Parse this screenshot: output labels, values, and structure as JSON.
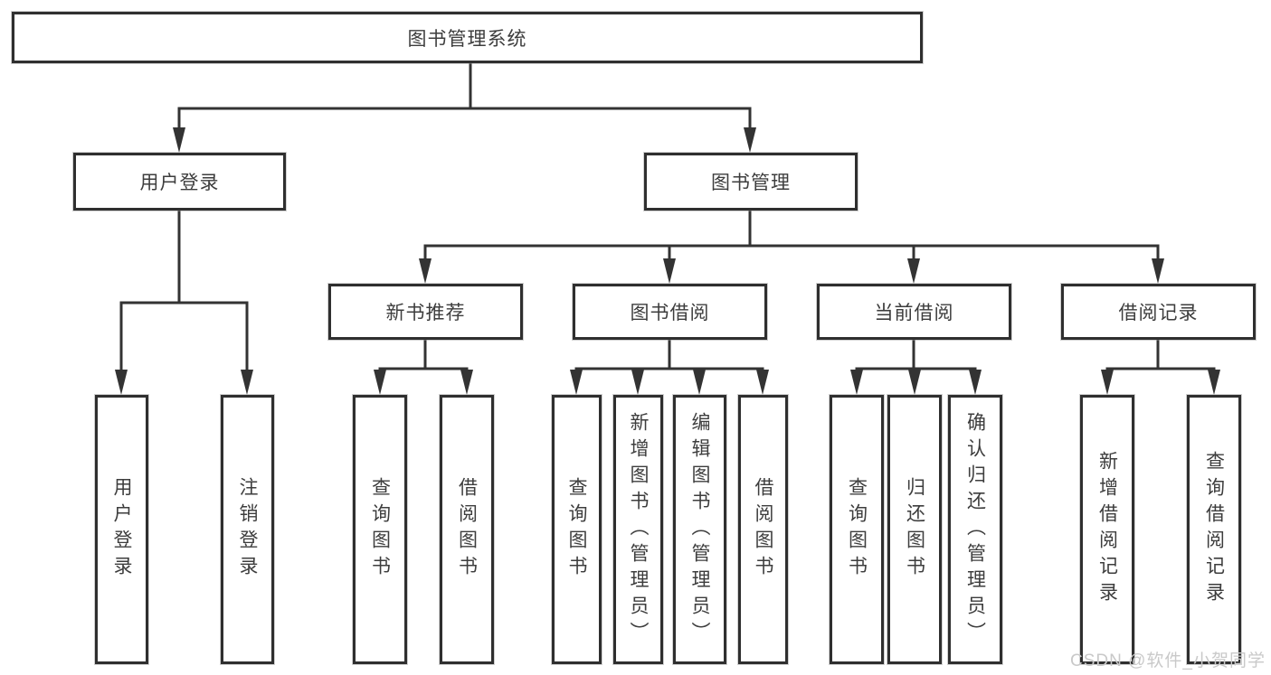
{
  "diagram": {
    "root": {
      "label": "图书管理系统"
    },
    "branches": [
      {
        "label": "用户登录",
        "children": [
          {
            "label": "用户登录"
          },
          {
            "label": "注销登录"
          }
        ]
      },
      {
        "label": "图书管理",
        "sections": [
          {
            "label": "新书推荐",
            "children": [
              {
                "label": "查询图书"
              },
              {
                "label": "借阅图书"
              }
            ]
          },
          {
            "label": "图书借阅",
            "children": [
              {
                "label": "查询图书"
              },
              {
                "label": "新增图书（管理员）"
              },
              {
                "label": "编辑图书（管理员）"
              },
              {
                "label": "借阅图书"
              }
            ]
          },
          {
            "label": "当前借阅",
            "children": [
              {
                "label": "查询图书"
              },
              {
                "label": "归还图书"
              },
              {
                "label": "确认归还（管理员）"
              }
            ]
          },
          {
            "label": "借阅记录",
            "children": [
              {
                "label": "新增借阅记录"
              },
              {
                "label": "查询借阅记录"
              }
            ]
          }
        ]
      }
    ]
  },
  "watermark": "CSDN @软件_小贺同学",
  "colors": {
    "line": "#333333",
    "box_border": "#2f2f2f",
    "box_fill": "#ffffff",
    "text": "#3d3d3d",
    "watermark": "#c9c9c9",
    "page_bg": "#ffffff"
  }
}
